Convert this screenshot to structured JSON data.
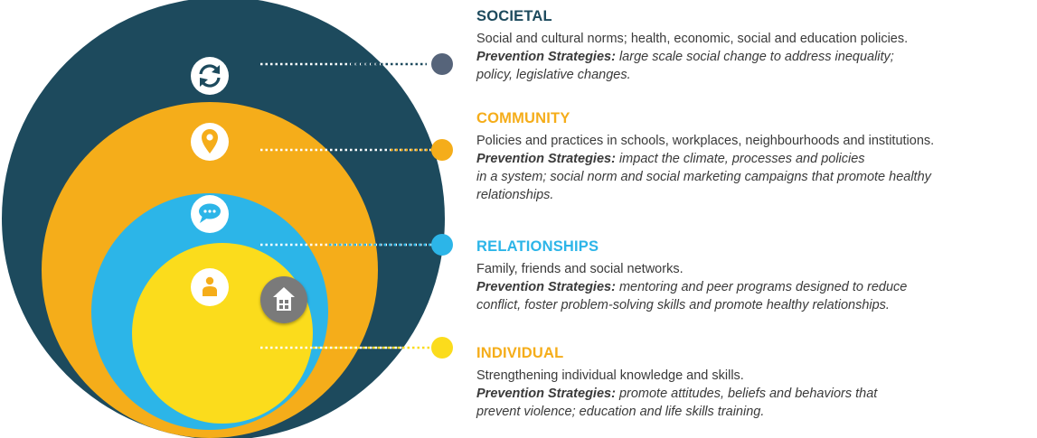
{
  "colors": {
    "societal": "#1d4a5d",
    "community": "#f5ad1a",
    "relationships": "#2cb5e8",
    "individual": "#fbdc1c",
    "house": "#777777",
    "text": "#3a3a3a"
  },
  "levels": [
    {
      "key": "societal",
      "title": "SOCIETAL",
      "icon": "refresh-icon",
      "description": "Social and cultural norms; health, economic, social and education policies.",
      "strategy_label": "Prevention Strategies:",
      "strategy_lines": [
        "large scale social change to address inequality;",
        "policy, legislative changes."
      ]
    },
    {
      "key": "community",
      "title": "COMMUNITY",
      "icon": "location-pin-icon",
      "description": "Policies and practices in schools, workplaces, neighbourhoods and institutions.",
      "strategy_label": "Prevention Strategies:",
      "strategy_lines": [
        "impact the climate, processes and policies",
        "in a system; social norm and social marketing campaigns that promote healthy",
        "relationships."
      ]
    },
    {
      "key": "relationships",
      "title": "RELATIONSHIPS",
      "icon": "chat-bubble-icon",
      "description": "Family, friends and social networks.",
      "strategy_label": "Prevention Strategies:",
      "strategy_lines": [
        "mentoring and peer programs designed to reduce",
        "conflict, foster problem-solving skills and promote healthy relationships."
      ]
    },
    {
      "key": "individual",
      "title": "INDIVIDUAL",
      "icon": "person-icon",
      "description": "Strengthening individual knowledge and skills.",
      "strategy_label": "Prevention Strategies:",
      "strategy_lines": [
        "promote attitudes, beliefs and behaviors that",
        "prevent violence; education and life skills training."
      ]
    }
  ],
  "house_icon": "house-icon"
}
